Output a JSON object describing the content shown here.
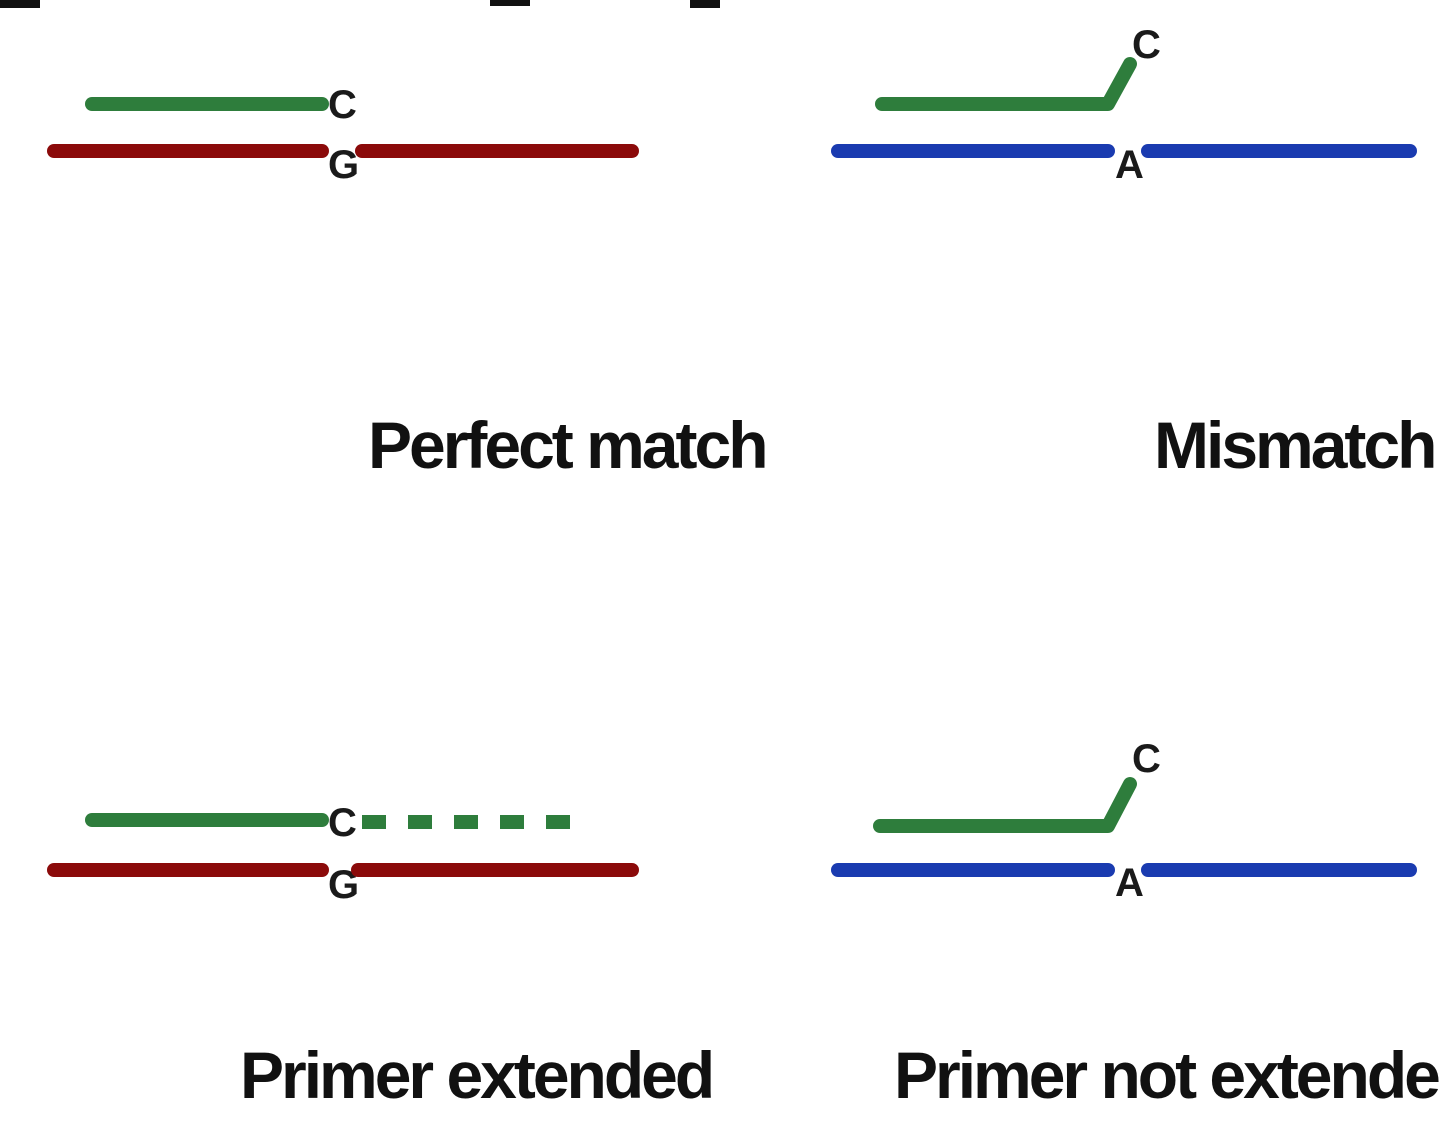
{
  "colors": {
    "primer": "#2e7d3c",
    "template_match": "#8b0a0a",
    "template_mismatch": "#1a3bb0",
    "text": "#111111"
  },
  "panels": {
    "perfect_match": {
      "primer_base": "C",
      "template_base": "G",
      "caption": "Perfect match"
    },
    "mismatch": {
      "primer_base": "C",
      "template_base": "A",
      "caption": "Mismatch"
    },
    "primer_extended": {
      "primer_base": "C",
      "template_base": "G",
      "caption": "Primer extended"
    },
    "primer_not_extended": {
      "primer_base": "C",
      "template_base": "A",
      "caption": "Primer not extended"
    }
  }
}
